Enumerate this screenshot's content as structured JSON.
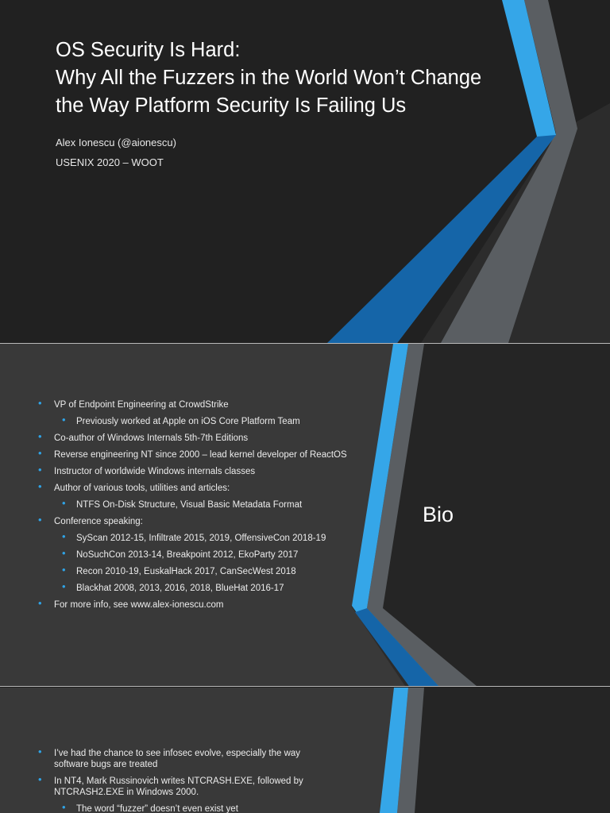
{
  "colors": {
    "accent_blue": "#35a6e8",
    "dark_blue": "#1565a8",
    "stripe_gray": "#5a5e62",
    "bg_dark": "#212121",
    "bg_slide": "#393939"
  },
  "slide1": {
    "title_lines": [
      "OS Security Is Hard:",
      "Why All the Fuzzers in the World Won’t Change",
      "the Way Platform Security Is Failing Us"
    ],
    "author": "Alex Ionescu (@aionescu)",
    "venue": "USENIX 2020 – WOOT"
  },
  "slide2": {
    "heading": "Bio",
    "bullets": [
      {
        "level": 1,
        "text": "VP of Endpoint Engineering at CrowdStrike"
      },
      {
        "level": 2,
        "text": "Previously worked at Apple on iOS Core Platform Team"
      },
      {
        "level": 1,
        "text": "Co-author of Windows Internals 5th-7th Editions"
      },
      {
        "level": 1,
        "text": "Reverse engineering NT since 2000 – lead kernel developer of ReactOS"
      },
      {
        "level": 1,
        "text": "Instructor of worldwide Windows internals classes"
      },
      {
        "level": 1,
        "text": "Author of various tools, utilities and articles:"
      },
      {
        "level": 2,
        "text": "NTFS On-Disk Structure, Visual Basic Metadata Format"
      },
      {
        "level": 1,
        "text": "Conference speaking:"
      },
      {
        "level": 2,
        "text": "SyScan 2012-15, Infiltrate 2015, 2019, OffensiveCon 2018-19"
      },
      {
        "level": 2,
        "text": "NoSuchCon 2013-14, Breakpoint 2012, EkoParty 2017"
      },
      {
        "level": 2,
        "text": "Recon 2010-19, EuskalHack 2017, CanSecWest 2018"
      },
      {
        "level": 2,
        "text": "Blackhat 2008, 2013, 2016, 2018, BlueHat 2016-17"
      },
      {
        "level": 1,
        "text": "For more info, see www.alex-ionescu.com"
      }
    ]
  },
  "slide3": {
    "bullets": [
      {
        "level": 1,
        "text": "I’ve had the chance to see infosec evolve, especially the way software bugs are treated"
      },
      {
        "level": 1,
        "text": "In NT4, Mark Russinovich writes NTCRASH.EXE, followed by NTCRASH2.EXE in Windows 2000."
      },
      {
        "level": 2,
        "text": "The word “fuzzer” doesn’t even exist yet"
      }
    ]
  }
}
